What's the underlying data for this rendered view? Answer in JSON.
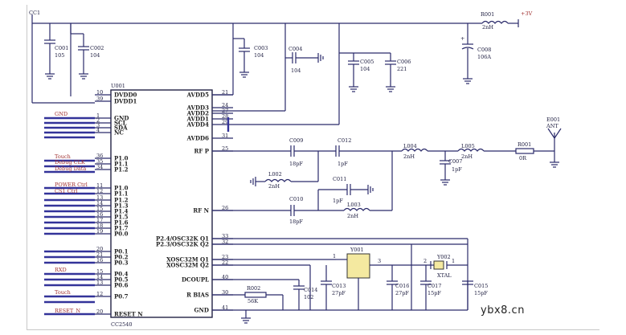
{
  "power": {
    "vcc": "CC1",
    "supply": "+3V",
    "inductor_ref": "R001",
    "inductor_val": "2nH"
  },
  "chip": {
    "ref": "U001",
    "part": "CC2540"
  },
  "left_pins": [
    {
      "num": "10",
      "name": "DVDD0"
    },
    {
      "num": "39",
      "name": "DVDD1"
    },
    {
      "num": "1",
      "name": "GND"
    },
    {
      "num": "2",
      "name": "SCL"
    },
    {
      "num": "3",
      "name": "SDA"
    },
    {
      "num": "4",
      "name": "NC"
    },
    {
      "num": "36",
      "name": "P1.0"
    },
    {
      "num": "35",
      "name": "P1.1"
    },
    {
      "num": "34",
      "name": "P1.2"
    },
    {
      "num": "11",
      "name": "P1.0"
    },
    {
      "num": "12",
      "name": "P1.1"
    },
    {
      "num": "13",
      "name": "P1.2"
    },
    {
      "num": "14",
      "name": "P1.3"
    },
    {
      "num": "15",
      "name": "P1.4"
    },
    {
      "num": "16",
      "name": "P1.5"
    },
    {
      "num": "17",
      "name": "P1.6"
    },
    {
      "num": "18",
      "name": "P1.7"
    },
    {
      "num": "19",
      "name": "P0.0"
    },
    {
      "num": "20",
      "name": "P0.1"
    },
    {
      "num": "21",
      "name": "P0.2"
    },
    {
      "num": "16",
      "name": "P0.3"
    },
    {
      "num": "15",
      "name": "P0.4"
    },
    {
      "num": "14",
      "name": "P0.5"
    },
    {
      "num": "13",
      "name": "P0.6"
    },
    {
      "num": "12",
      "name": "P0.7"
    },
    {
      "num": "20",
      "name": "RESET_N"
    }
  ],
  "right_pins": [
    {
      "num": "21",
      "name": "AVDD5"
    },
    {
      "num": "24",
      "name": "AVDD3"
    },
    {
      "num": "27",
      "name": "AVDD2"
    },
    {
      "num": "28",
      "name": "AVDD1"
    },
    {
      "num": "29",
      "name": "AVDD4"
    },
    {
      "num": "31",
      "name": "AVDD6"
    },
    {
      "num": "25",
      "name": "RF_P"
    },
    {
      "num": "26",
      "name": "RF_N"
    },
    {
      "num": "33",
      "name": "P2.4/OSC32K_Q1"
    },
    {
      "num": "32",
      "name": "P2.3/OSC32K_Q2"
    },
    {
      "num": "23",
      "name": "XOSC32M_Q1"
    },
    {
      "num": "22",
      "name": "XOSC32M_Q2"
    },
    {
      "num": "40",
      "name": "DCOUPL"
    },
    {
      "num": "30",
      "name": "R_BIAS"
    },
    {
      "num": "41",
      "name": "GND"
    }
  ],
  "net_labels": [
    "GND",
    "Touch",
    "Debug CLK",
    "Debug Data",
    "POWER Ctrl",
    "CS1 Ctrl",
    "RXD",
    "Touch",
    "RESET_N"
  ],
  "top_caps": [
    {
      "ref": "C001",
      "val": "105"
    },
    {
      "ref": "C002",
      "val": "104"
    },
    {
      "ref": "C003",
      "val": "104"
    },
    {
      "ref": "C004",
      "val": "104"
    },
    {
      "ref": "C005",
      "val": "104"
    },
    {
      "ref": "C006",
      "val": "221"
    },
    {
      "ref": "C008",
      "val": "106A"
    }
  ],
  "rf_parts": [
    {
      "ref": "C009",
      "val": "18pF"
    },
    {
      "ref": "C012",
      "val": "1pF"
    },
    {
      "ref": "L002",
      "val": "2nH"
    },
    {
      "ref": "C011",
      "val": "1pF"
    },
    {
      "ref": "C010",
      "val": "18pF"
    },
    {
      "ref": "L003",
      "val": "2nH"
    },
    {
      "ref": "L004",
      "val": "2nH"
    },
    {
      "ref": "L005",
      "val": "2nH"
    },
    {
      "ref": "C007",
      "val": "1pF"
    },
    {
      "ref": "R001",
      "val": "0R"
    },
    {
      "ref": "E001",
      "val": "ANT"
    }
  ],
  "bottom_parts": [
    {
      "ref": "R002",
      "val": "56K"
    },
    {
      "ref": "C014",
      "val": "102"
    },
    {
      "ref": "C013",
      "val": "27pF"
    },
    {
      "ref": "Y001",
      "val": ""
    },
    {
      "ref": "C016",
      "val": "27pF"
    },
    {
      "ref": "C017",
      "val": "15pF"
    },
    {
      "ref": "Y002",
      "val": "XTAL"
    },
    {
      "ref": "C015",
      "val": "15pF"
    }
  ],
  "watermark": "ybx8.cn",
  "colors": {
    "wire": "#2a2a6a",
    "bus": "#333399",
    "net_label": "#a03030",
    "crystal": "#f4e9a0"
  }
}
